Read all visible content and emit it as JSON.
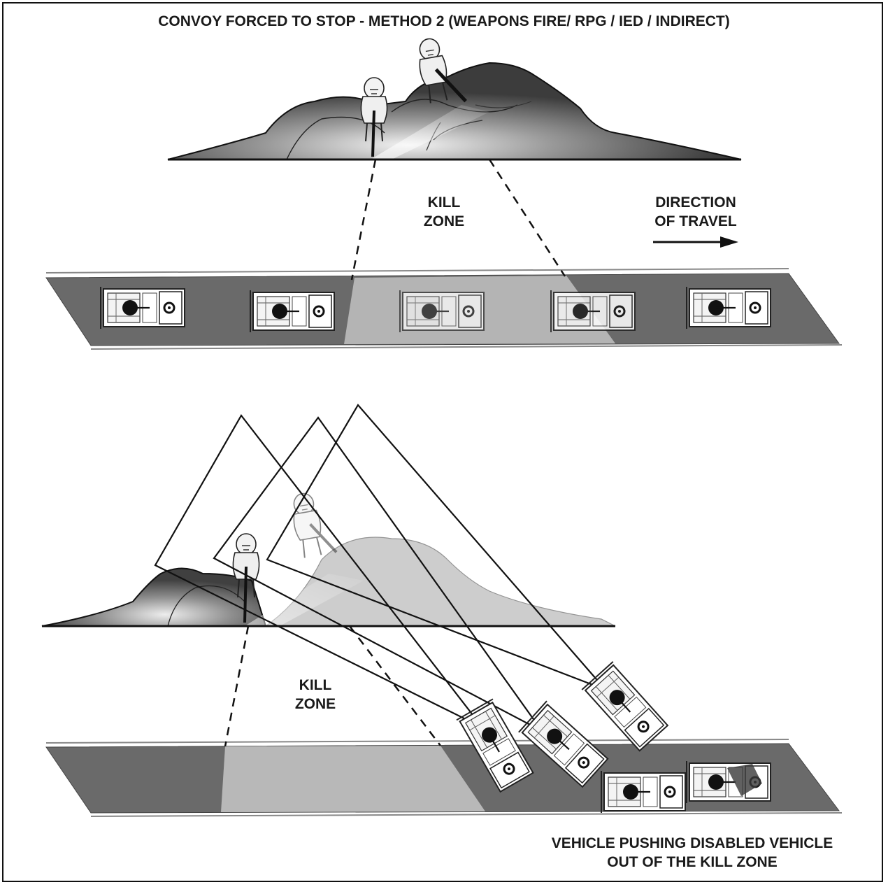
{
  "title": "CONVOY FORCED TO STOP - METHOD 2 (WEAPONS FIRE/ RPG / IED / INDIRECT)",
  "top_scene": {
    "kill_zone_line1": "KILL",
    "kill_zone_line2": "ZONE",
    "direction_line1": "DIRECTION",
    "direction_line2": "OF TRAVEL"
  },
  "bottom_scene": {
    "kill_zone_line1": "KILL",
    "kill_zone_line2": "ZONE",
    "caption_line1": "VEHICLE PUSHING DISABLED VEHICLE",
    "caption_line2": "OUT OF THE KILL ZONE"
  },
  "colors": {
    "road": "#6a6a6a",
    "kill_zone": "#b8b8b8",
    "terrain_dark": "#4a4a4a",
    "terrain_light": "#e0e0e0",
    "line": "#111111"
  }
}
